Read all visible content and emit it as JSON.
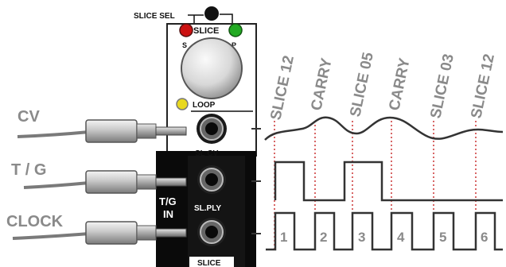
{
  "diagram": {
    "top_label": "SLICE SEL",
    "panel": {
      "slice_label": "SLICE",
      "left_led_letter": "S",
      "right_led_letter": "P",
      "loop_label": "LOOP",
      "jack_labels": [
        "SL CV",
        "SL.PLY",
        "SLICE"
      ],
      "tg_in_label_line1": "T/G",
      "tg_in_label_line2": "IN",
      "colors": {
        "led_red": "#cc1111",
        "led_green": "#22aa22",
        "led_yellow": "#e8d820"
      }
    },
    "cables": [
      {
        "label": "CV"
      },
      {
        "label": "T / G"
      },
      {
        "label": "CLOCK"
      }
    ],
    "signal_labels": [
      "SLICE 12",
      "CARRY",
      "SLICE 05",
      "CARRY",
      "SLICE 03",
      "SLICE 12"
    ],
    "pulse_numbers": [
      "1",
      "2",
      "3",
      "4",
      "5",
      "6"
    ],
    "colors": {
      "guide_line": "#cc3333",
      "signal": "#333333",
      "label_gray": "#8a8a8a"
    }
  }
}
